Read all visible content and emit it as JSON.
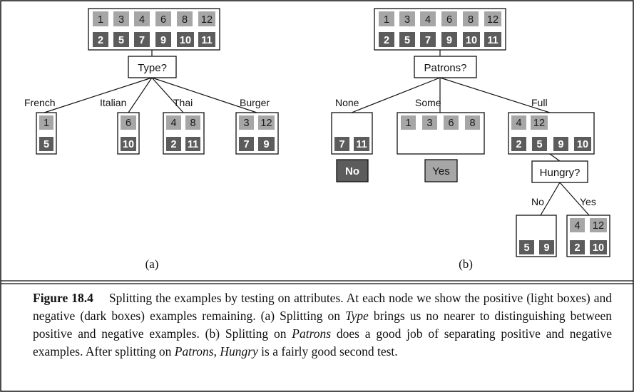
{
  "figure": {
    "panel_a": {
      "root": {
        "positive": [
          "1",
          "3",
          "4",
          "6",
          "8",
          "12"
        ],
        "negative": [
          "2",
          "5",
          "7",
          "9",
          "10",
          "11"
        ]
      },
      "question": "Type?",
      "branches": [
        {
          "label": "French",
          "positive": [
            "1"
          ],
          "negative": [
            "5"
          ]
        },
        {
          "label": "Italian",
          "positive": [
            "6"
          ],
          "negative": [
            "10"
          ]
        },
        {
          "label": "Thai",
          "positive": [
            "4",
            "8"
          ],
          "negative": [
            "2",
            "11"
          ]
        },
        {
          "label": "Burger",
          "positive": [
            "3",
            "12"
          ],
          "negative": [
            "7",
            "9"
          ]
        }
      ],
      "sublabel": "(a)"
    },
    "panel_b": {
      "root": {
        "positive": [
          "1",
          "3",
          "4",
          "6",
          "8",
          "12"
        ],
        "negative": [
          "2",
          "5",
          "7",
          "9",
          "10",
          "11"
        ]
      },
      "question": "Patrons?",
      "branches": [
        {
          "label": "None",
          "positive": [],
          "negative": [
            "7",
            "11"
          ],
          "leaf": "No"
        },
        {
          "label": "Some",
          "positive": [
            "1",
            "3",
            "6",
            "8"
          ],
          "negative": [],
          "leaf": "Yes"
        },
        {
          "label": "Full",
          "positive": [
            "4",
            "12"
          ],
          "negative": [
            "2",
            "5",
            "9",
            "10"
          ]
        }
      ],
      "sub_question": "Hungry?",
      "sub_branches": [
        {
          "label": "No",
          "positive": [],
          "negative": [
            "5",
            "9"
          ]
        },
        {
          "label": "Yes",
          "positive": [
            "4",
            "12"
          ],
          "negative": [
            "2",
            "10"
          ]
        }
      ],
      "sublabel": "(b)"
    },
    "colors": {
      "positive_box": "#a6a6a6",
      "negative_box": "#5c5c5c",
      "line": "#111111"
    }
  },
  "caption": {
    "figure_label": "Figure 18.4",
    "t1": "Splitting the examples by testing on attributes. At each node we show the positive (light boxes) and negative (dark boxes) examples remaining. (a) Splitting on ",
    "i1": "Type",
    "t2": " brings us no nearer to distinguishing between positive and negative examples. (b) Splitting on ",
    "i2": "Patrons",
    "t3": " does a good job of separating positive and negative examples. After splitting on ",
    "i3": "Patrons",
    "t4": ", ",
    "i4": "Hungry",
    "t5": " is a fairly good second test."
  }
}
